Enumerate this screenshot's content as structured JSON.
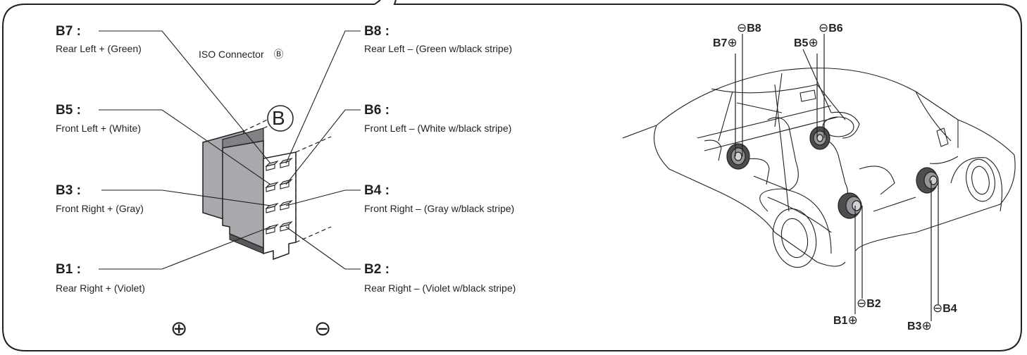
{
  "connector": {
    "title": "ISO Connector",
    "badge": "Ⓑ",
    "big_letter": "B"
  },
  "pins": {
    "b7": {
      "code": "B7 :",
      "desc": "Rear Left + (Green)"
    },
    "b5": {
      "code": "B5 :",
      "desc": "Front Left + (White)"
    },
    "b3": {
      "code": "B3 :",
      "desc": "Front Right + (Gray)"
    },
    "b1": {
      "code": "B1 :",
      "desc": "Rear Right + (Violet)"
    },
    "b8": {
      "code": "B8 :",
      "desc": "Rear Left – (Green w/black stripe)"
    },
    "b6": {
      "code": "B6 :",
      "desc": "Front Left – (White w/black stripe)"
    },
    "b4": {
      "code": "B4 :",
      "desc": "Front Right – (Gray w/black stripe)"
    },
    "b2": {
      "code": "B2 :",
      "desc": "Rear Right – (Violet w/black stripe)"
    }
  },
  "polarity": {
    "plus": "⊕",
    "minus": "⊖"
  },
  "car_terminals": {
    "b8": {
      "sym": "⊖",
      "code": "B8"
    },
    "b7": {
      "sym": "⊕",
      "code": "B7"
    },
    "b6": {
      "sym": "⊖",
      "code": "B6"
    },
    "b5": {
      "sym": "⊕",
      "code": "B5"
    },
    "b2": {
      "sym": "⊖",
      "code": "B2"
    },
    "b1": {
      "sym": "⊕",
      "code": "B1"
    },
    "b4": {
      "sym": "⊖",
      "code": "B4"
    },
    "b3": {
      "sym": "⊕",
      "code": "B3"
    }
  },
  "colors": {
    "ink": "#231f20",
    "connector_fill": "#a7a9ac",
    "connector_dark": "#6d6e71",
    "speaker_dark": "#4d4d4f",
    "speaker_mid": "#939598"
  }
}
